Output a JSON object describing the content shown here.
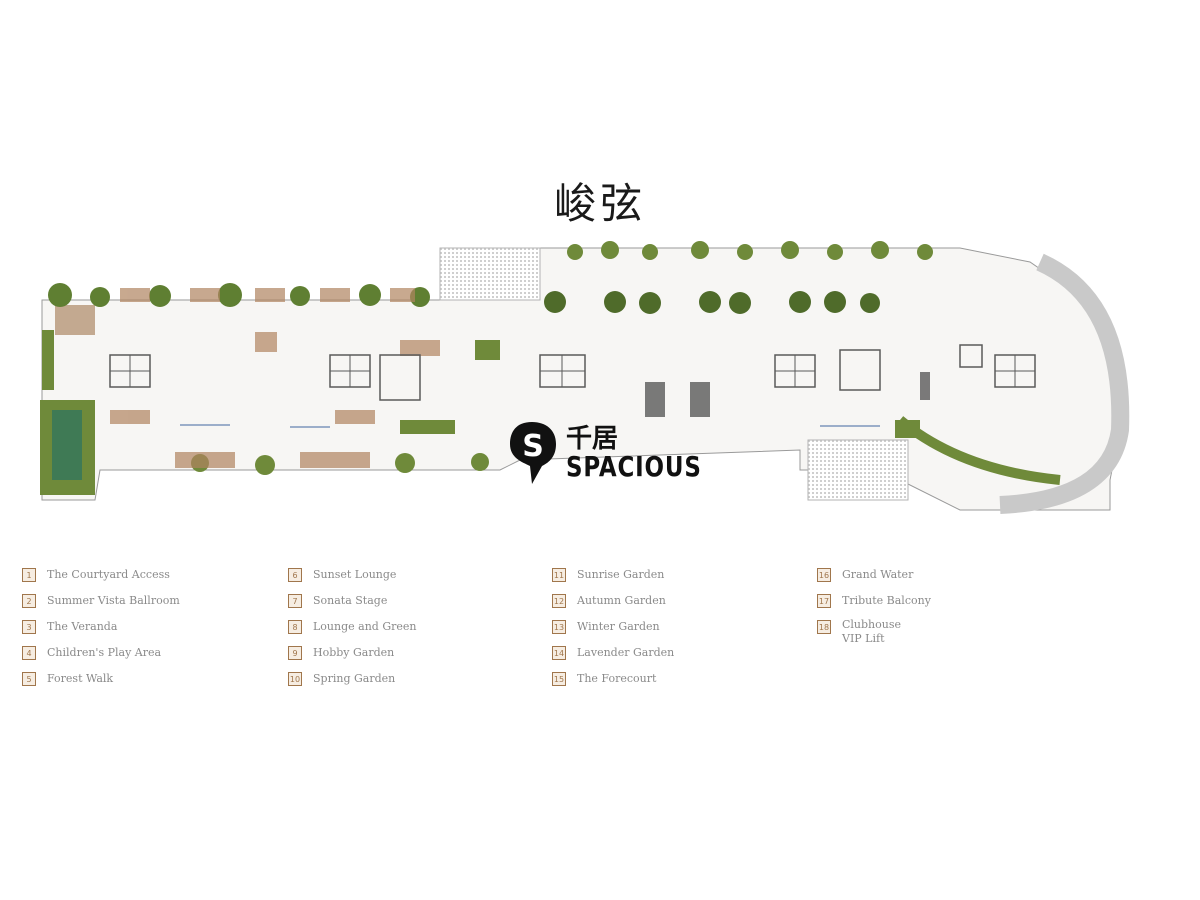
{
  "title": "峻弦",
  "logo": {
    "chinese": "千居",
    "english": "SPACIOUS"
  },
  "legend": [
    {
      "number": "1",
      "label": "The Courtyard Access"
    },
    {
      "number": "2",
      "label": "Summer Vista Ballroom"
    },
    {
      "number": "3",
      "label": "The Veranda"
    },
    {
      "number": "4",
      "label": "Children's Play Area"
    },
    {
      "number": "5",
      "label": "Forest Walk"
    },
    {
      "number": "6",
      "label": "Sunset Lounge"
    },
    {
      "number": "7",
      "label": "Sonata Stage"
    },
    {
      "number": "8",
      "label": "Lounge and Green"
    },
    {
      "number": "9",
      "label": "Hobby Garden"
    },
    {
      "number": "10",
      "label": "Spring Garden"
    },
    {
      "number": "11",
      "label": "Sunrise Garden"
    },
    {
      "number": "12",
      "label": "Autumn Garden"
    },
    {
      "number": "13",
      "label": "Winter Garden"
    },
    {
      "number": "14",
      "label": "Lavender Garden"
    },
    {
      "number": "15",
      "label": "The Forecourt"
    },
    {
      "number": "16",
      "label": "Grand Water"
    },
    {
      "number": "17",
      "label": "Tribute Balcony"
    },
    {
      "number": "18",
      "label": "Clubhouse",
      "line2": "VIP Lift"
    }
  ],
  "colors": {
    "greenery": "#6f8a3a",
    "timber": "#a0764c",
    "building": "#f4f2ef",
    "outline": "#5a5a5a"
  }
}
